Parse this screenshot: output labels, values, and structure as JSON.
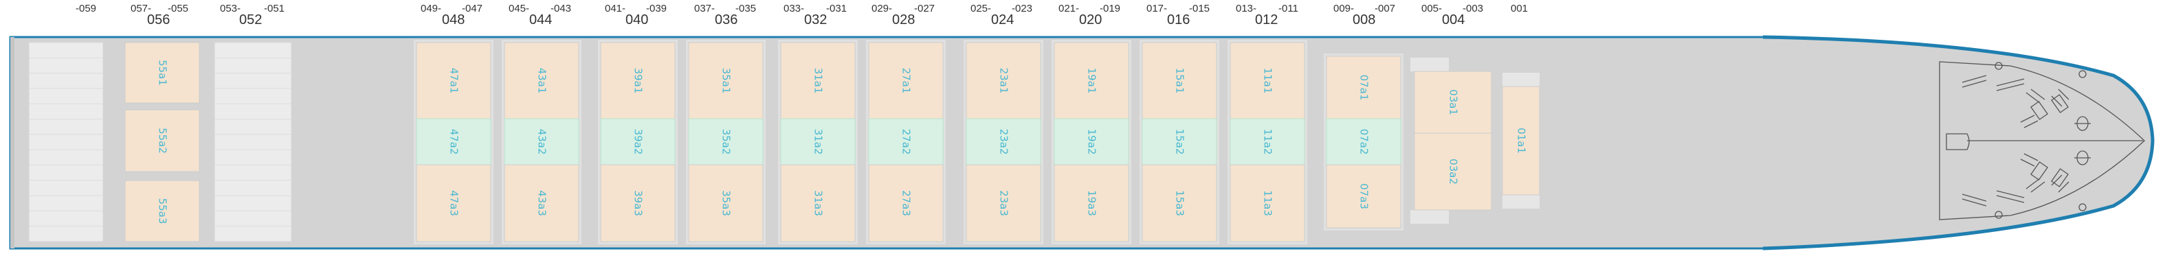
{
  "colors": {
    "hull_fill": "#d3d3d3",
    "hull_stroke": "#1f7fb0",
    "slot_fill": "#f5e3cf",
    "slot_mid_fill": "#d8f1e4",
    "slot_text": "#4ab8d2",
    "stack_fill": "#ececec",
    "deck_inner": "#e0e0e0"
  },
  "bay_header": [
    {
      "pair_left": "-059"
    },
    {
      "pair_left": "057-",
      "pair_right": "-055",
      "number": "056"
    },
    {
      "pair_left": "053-",
      "pair_right": "-051",
      "number": "052"
    },
    {
      "pair_left": "049-",
      "pair_right": "-047",
      "number": "048"
    },
    {
      "pair_left": "045-",
      "pair_right": "-043",
      "number": "044"
    },
    {
      "pair_left": "041-",
      "pair_right": "-039",
      "number": "040"
    },
    {
      "pair_left": "037-",
      "pair_right": "-035",
      "number": "036"
    },
    {
      "pair_left": "033-",
      "pair_right": "-031",
      "number": "032"
    },
    {
      "pair_left": "029-",
      "pair_right": "-027",
      "number": "028"
    },
    {
      "pair_left": "025-",
      "pair_right": "-023",
      "number": "024"
    },
    {
      "pair_left": "021-",
      "pair_right": "-019",
      "number": "020"
    },
    {
      "pair_left": "017-",
      "pair_right": "-015",
      "number": "016"
    },
    {
      "pair_left": "013-",
      "pair_right": "-011",
      "number": "012"
    },
    {
      "pair_left": "009-",
      "pair_right": "-007",
      "number": "008"
    },
    {
      "pair_left": "005-",
      "pair_right": "-003",
      "number": "004"
    },
    {
      "pair_left": "001"
    }
  ],
  "bay_056_slots": [
    "55a1",
    "55a2",
    "55a3"
  ],
  "bays": [
    {
      "slots": [
        "47a1",
        "47a2",
        "47a3"
      ]
    },
    {
      "slots": [
        "43a1",
        "43a2",
        "43a3"
      ]
    },
    {
      "slots": [
        "39a1",
        "39a2",
        "39a3"
      ]
    },
    {
      "slots": [
        "35a1",
        "35a2",
        "35a3"
      ]
    },
    {
      "slots": [
        "31a1",
        "31a2",
        "31a3"
      ]
    },
    {
      "slots": [
        "27a1",
        "27a2",
        "27a3"
      ]
    },
    {
      "slots": [
        "23a1",
        "23a2",
        "23a3"
      ]
    },
    {
      "slots": [
        "19a1",
        "19a2",
        "19a3"
      ]
    },
    {
      "slots": [
        "15a1",
        "15a2",
        "15a3"
      ]
    },
    {
      "slots": [
        "11a1",
        "11a2",
        "11a3"
      ]
    },
    {
      "slots": [
        "07a1",
        "07a2",
        "07a3"
      ]
    }
  ],
  "bay_004_slots": [
    "03a1",
    "03a2"
  ],
  "bay_001_slots": [
    "01a1"
  ]
}
